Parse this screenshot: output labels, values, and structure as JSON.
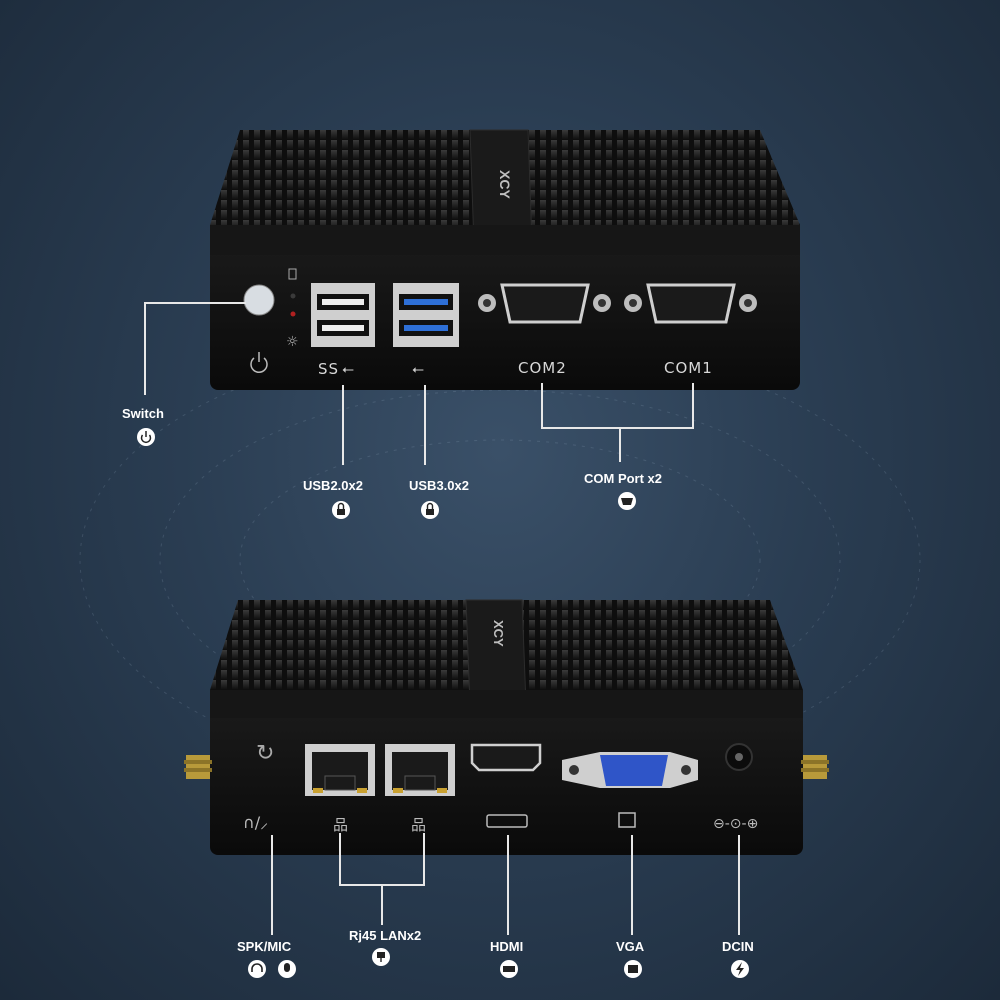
{
  "brand_text": "XCY",
  "top_unit": {
    "port_labels": {
      "com2": "COM2",
      "com1": "COM1",
      "usb_ss": "SS"
    },
    "callouts": {
      "switch": "Switch",
      "usb2": "USB2.0x2",
      "usb3": "USB3.0x2",
      "com": "COM Port x2"
    }
  },
  "bottom_unit": {
    "callouts": {
      "spk_mic": "SPK/MIC",
      "lan": "Rj45 LANx2",
      "hdmi": "HDMI",
      "vga": "VGA",
      "dcin": "DCIN"
    }
  },
  "colors": {
    "background": "#2a3d52",
    "chassis": "#141414",
    "usb3_blue": "#2e6fd6",
    "vga_blue": "#2f55c8",
    "callout_line": "#e8e8e8"
  }
}
